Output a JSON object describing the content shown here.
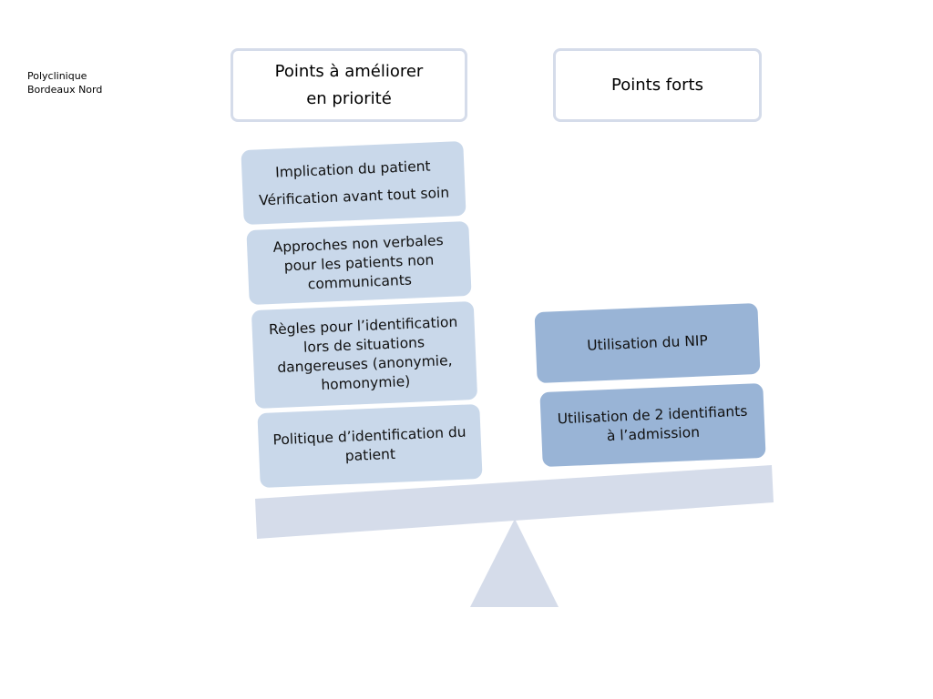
{
  "org": {
    "line1": "Polyclinique",
    "line2": "Bordeaux Nord"
  },
  "headers": {
    "left": [
      "Points à améliorer",
      "en priorité"
    ],
    "right": "Points forts"
  },
  "left_items": [
    [
      "Implication du patient",
      "Vérification avant tout soin"
    ],
    [
      "Approches non verbales",
      "pour les patients non",
      "communicants"
    ],
    [
      "Règles pour l’identification",
      "lors de situations",
      "dangereuses (anonymie,",
      "homonymie)"
    ],
    [
      "Politique d’identification du",
      "patient"
    ]
  ],
  "right_items": [
    [
      "Utilisation du NIP"
    ],
    [
      "Utilisation de 2 identifiants",
      "à l’admission"
    ]
  ],
  "colors": {
    "beam": "#d5dcea",
    "fulcrum": "#d5dcea",
    "card_light": "#c9d8ea",
    "card_dark": "#99b4d6",
    "header_border": "#d5dcea"
  }
}
